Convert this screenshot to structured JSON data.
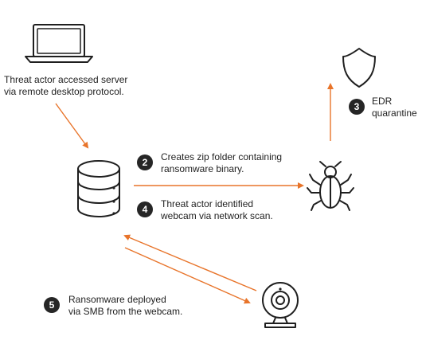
{
  "accent_color": "#E8742A",
  "icon_color": "#1f1f1f",
  "icons": {
    "laptop": "laptop-icon",
    "server": "server-database-icon",
    "shield": "shield-icon",
    "bug": "bug-icon",
    "webcam": "webcam-icon"
  },
  "steps": {
    "step1": {
      "line1": "Threat actor accessed server",
      "line2": "via remote desktop protocol."
    },
    "step2": {
      "number": "2",
      "line1": "Creates zip folder containing",
      "line2": "ransomware binary."
    },
    "step3": {
      "number": "3",
      "line1": "EDR",
      "line2": "quarantine"
    },
    "step4": {
      "number": "4",
      "line1": "Threat actor identified",
      "line2": "webcam via network scan."
    },
    "step5": {
      "number": "5",
      "line1": "Ransomware deployed",
      "line2": "via SMB from the webcam."
    }
  }
}
